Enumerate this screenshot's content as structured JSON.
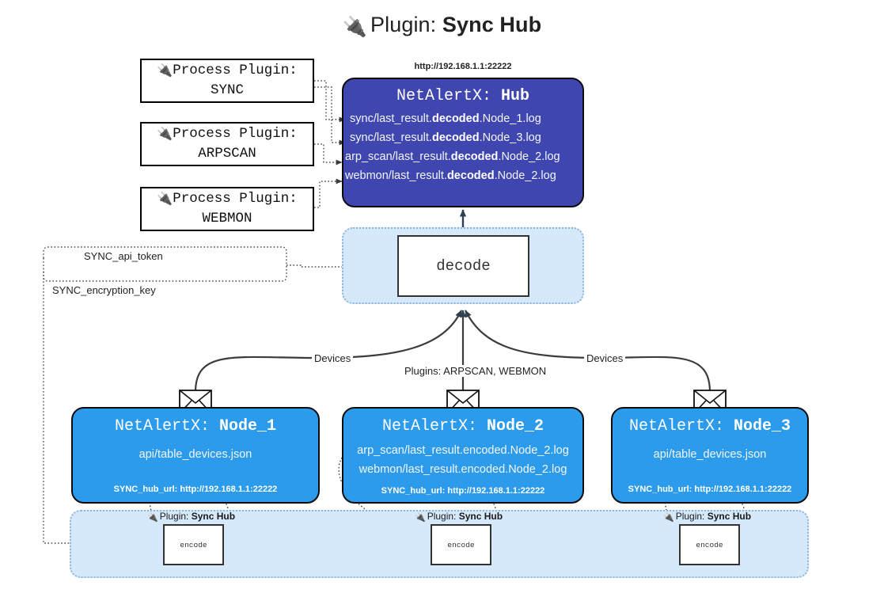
{
  "title": {
    "icon": "plug-icon",
    "prefix": "Plugin:",
    "name": "Sync Hub",
    "glyph": "🔌"
  },
  "colors": {
    "hub_fill": "#4046b0",
    "node_fill": "#2d9bec",
    "cluster_fill": "#d6e9fb",
    "cluster_border": "#8fb6d8",
    "edge": "#3c3c3c"
  },
  "process_plugins": [
    {
      "line1_prefix": "Process Plugin:",
      "line2": "SYNC",
      "icon": "plug-icon"
    },
    {
      "line1_prefix": "Process Plugin:",
      "line2": "ARPSCAN",
      "icon": "plug-icon"
    },
    {
      "line1_prefix": "Process Plugin:",
      "line2": "WEBMON",
      "icon": "plug-icon"
    }
  ],
  "hub": {
    "url": "http://192.168.1.1:22222",
    "title_prefix": "NetAlertX:",
    "title_name": "Hub",
    "logs": [
      {
        "pre": "sync/last_result.",
        "bold": "decoded",
        "post": ".Node_1.log"
      },
      {
        "pre": "sync/last_result.",
        "bold": "decoded",
        "post": ".Node_3.log"
      },
      {
        "pre": "arp_scan/last_result.",
        "bold": "decoded",
        "post": ".Node_2.log"
      },
      {
        "pre": "webmon/last_result.",
        "bold": "decoded",
        "post": ".Node_2.log"
      }
    ]
  },
  "decode": {
    "label": "decode"
  },
  "secrets": [
    {
      "label": "SYNC_api_token"
    },
    {
      "label": "SYNC_encryption_key"
    }
  ],
  "middle_labels": {
    "devices_left": "Devices",
    "devices_right": "Devices",
    "plugins_center": "Plugins: ARPSCAN, WEBMON"
  },
  "nodes": [
    {
      "title_prefix": "NetAlertX:",
      "title_name": "Node_1",
      "lines": [
        {
          "pre": "api/table_devices.json",
          "bold": "",
          "post": ""
        }
      ],
      "footer": "SYNC_hub_url: http://192.168.1.1:22222",
      "envelope_icon": "envelope-icon"
    },
    {
      "title_prefix": "NetAlertX:",
      "title_name": "Node_2",
      "lines": [
        {
          "pre": "arp_scan/last_result.encoded.Node_2.log",
          "bold": "",
          "post": ""
        },
        {
          "pre": "webmon/last_result.encoded.Node_2.log",
          "bold": "",
          "post": ""
        }
      ],
      "footer": "SYNC_hub_url: http://192.168.1.1:22222",
      "envelope_icon": "envelope-icon"
    },
    {
      "title_prefix": "NetAlertX:",
      "title_name": "Node_3",
      "lines": [
        {
          "pre": "api/table_devices.json",
          "bold": "",
          "post": ""
        }
      ],
      "footer": "SYNC_hub_url: http://192.168.1.1:22222",
      "envelope_icon": "envelope-icon"
    }
  ],
  "encoders": [
    {
      "tag_prefix": "Plugin:",
      "tag_name": "Sync Hub",
      "label": "encode",
      "icon": "plug-icon"
    },
    {
      "tag_prefix": "Plugin:",
      "tag_name": "Sync Hub",
      "label": "encode",
      "icon": "plug-icon"
    },
    {
      "tag_prefix": "Plugin:",
      "tag_name": "Sync Hub",
      "label": "encode",
      "icon": "plug-icon"
    }
  ]
}
